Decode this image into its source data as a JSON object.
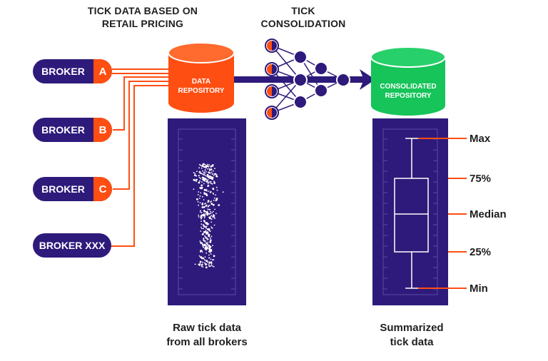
{
  "titles": {
    "tick_data": [
      "TICK DATA BASED ON",
      "RETAIL PRICING"
    ],
    "consolidation": [
      "TICK",
      "CONSOLIDATION"
    ]
  },
  "brokers": [
    {
      "name": "BROKER",
      "letter": "A"
    },
    {
      "name": "BROKER",
      "letter": "B"
    },
    {
      "name": "BROKER",
      "letter": "C"
    },
    {
      "name": "BROKER XXX",
      "letter": ""
    }
  ],
  "data_repository": [
    "DATA",
    "REPOSITORY"
  ],
  "consolidated_repository": [
    "CONSOLIDATED",
    "REPOSITORY"
  ],
  "captions": {
    "raw": [
      "Raw tick data",
      "from all brokers"
    ],
    "summarized": [
      "Summarized",
      "tick  data"
    ]
  },
  "stats": {
    "max": "Max",
    "p75": "75%",
    "median": "Median",
    "p25": "25%",
    "min": "Min"
  },
  "colors": {
    "navy": "#2e1a7a",
    "orange": "#ff4e12",
    "green": "#16c45a"
  }
}
